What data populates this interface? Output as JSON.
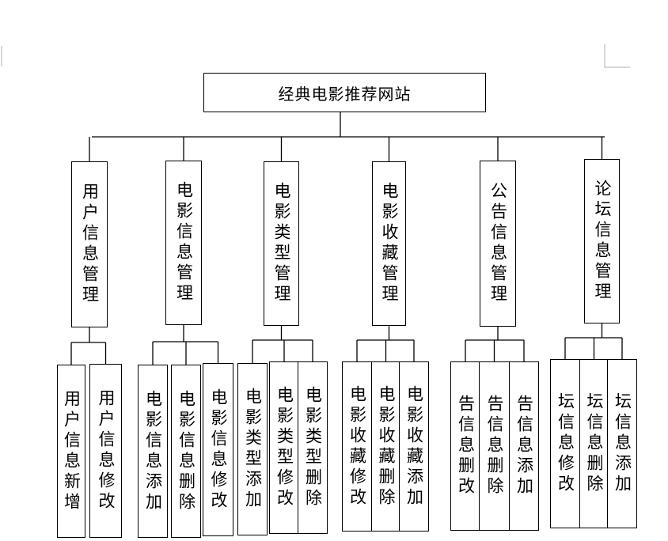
{
  "root": "经典电影推荐网站",
  "modules": [
    {
      "label": "用户信息管理",
      "children": [
        "用户信息新增",
        "用户信息修改"
      ]
    },
    {
      "label": "电影信息管理",
      "children": [
        "电影信息添加",
        "电影信息删除",
        "电影信息修改"
      ]
    },
    {
      "label": "电影类型管理",
      "children": [
        "电影类型添加",
        "电影类型修改",
        "电影类型删除"
      ]
    },
    {
      "label": "电影收藏管理",
      "children": [
        "电影收藏修改",
        "电影收藏删除",
        "电影收藏添加"
      ]
    },
    {
      "label": "公告信息管理",
      "children": [
        "告信息删改",
        "告信息删除",
        "告信息添加"
      ]
    },
    {
      "label": "论坛信息管理",
      "children": [
        "坛信息修改",
        "坛信息删除",
        "坛信息添加"
      ]
    }
  ],
  "colors": {
    "line": "#000000",
    "box_border": "#000000",
    "background": "#ffffff",
    "corner_mark": "#b0b0b0"
  }
}
